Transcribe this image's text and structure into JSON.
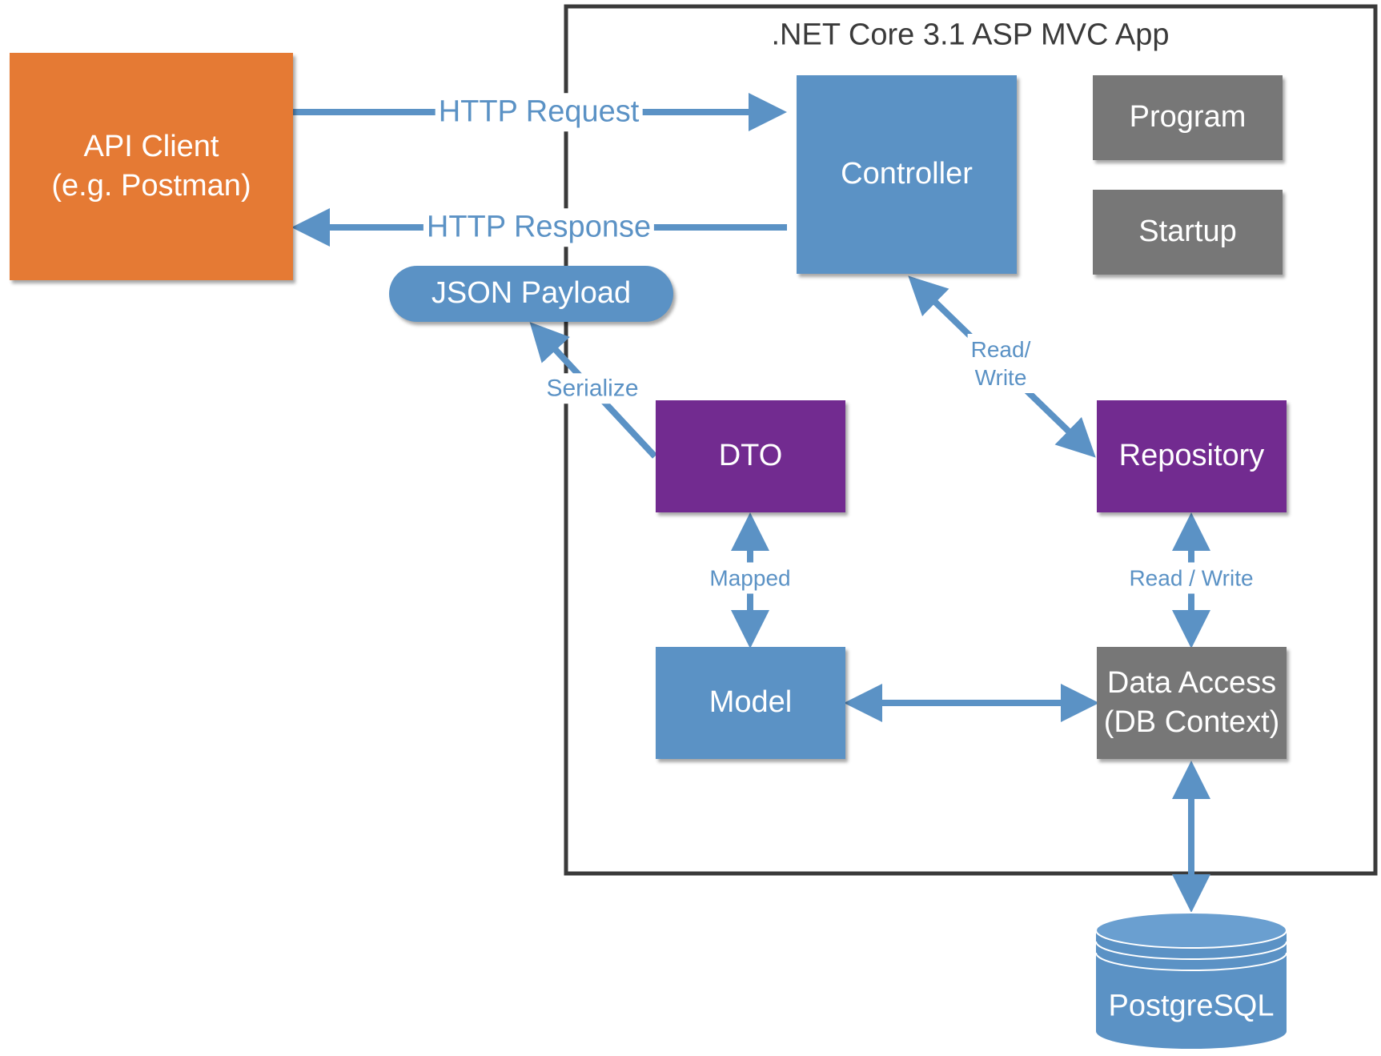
{
  "app_container": {
    "title": ".NET Core 3.1 ASP MVC App"
  },
  "nodes": {
    "api_client": {
      "line1": "API Client",
      "line2": "(e.g. Postman)"
    },
    "controller": "Controller",
    "program": "Program",
    "startup": "Startup",
    "json_payload": "JSON Payload",
    "dto": "DTO",
    "repository": "Repository",
    "model": "Model",
    "data_access": {
      "line1": "Data Access",
      "line2": "(DB Context)"
    },
    "database": "PostgreSQL"
  },
  "edges": {
    "http_request": "HTTP Request",
    "http_response": "HTTP Response",
    "serialize": "Serialize",
    "read_write_controller": {
      "line1": "Read/",
      "line2": "Write"
    },
    "mapped": "Mapped",
    "read_write_repository": "Read / Write"
  },
  "colors": {
    "accent_blue": "#5b92c5",
    "client_orange": "#e57a34",
    "purple": "#722b90",
    "gray": "#777777",
    "frame": "#3a3a3a"
  }
}
